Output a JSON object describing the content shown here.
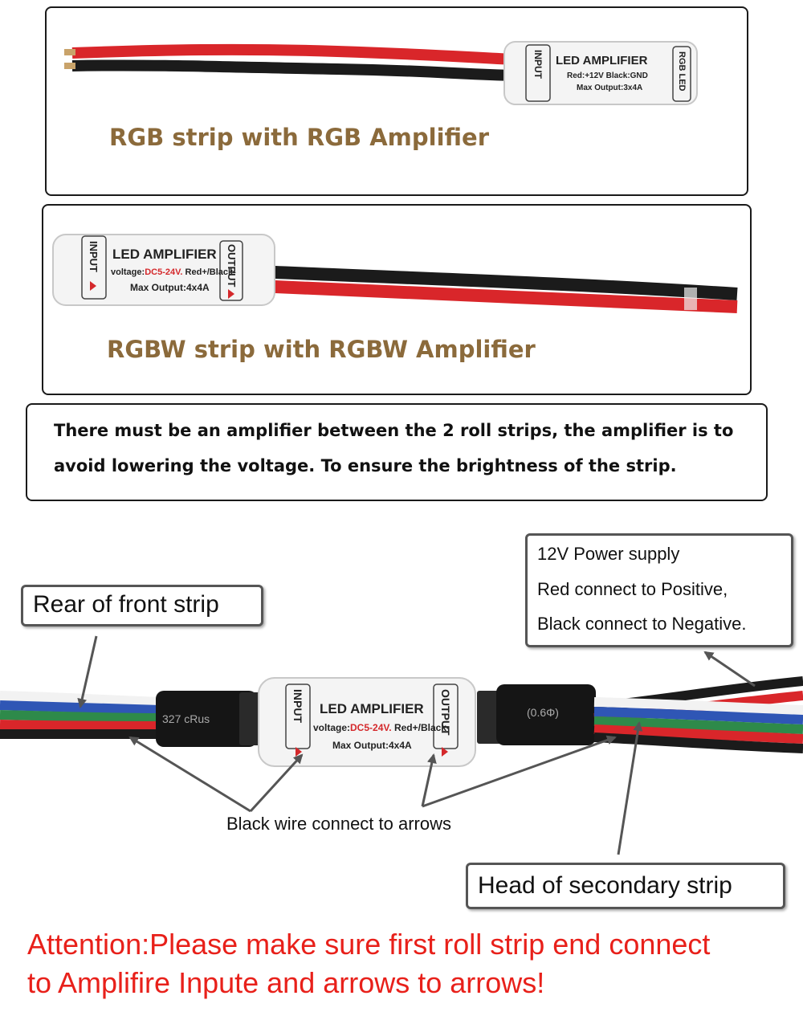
{
  "panel1": {
    "caption": "RGB strip with RGB Amplifier",
    "amplifier": {
      "title": "LED AMPLIFIER",
      "line1": "Red:+12V Black:GND",
      "line2": "Max Output:3x4A",
      "input_label": "INPUT",
      "output_label": "RGB LED"
    }
  },
  "panel2": {
    "caption": "RGBW strip with RGBW Amplifier",
    "amplifier": {
      "title": "LED AMPLIFIER",
      "voltage_prefix": "voltage:",
      "voltage_value": "DC5-24V.",
      "voltage_suffix": " Red+/Black-",
      "line2": "Max Output:4x4A",
      "input_label": "INPUT",
      "output_label": "OUTPUT"
    }
  },
  "note": {
    "line1": "There must be an amplifier between the 2 roll strips, the amplifier is to",
    "line2": "avoid lowering the voltage. To ensure the brightness of the strip."
  },
  "diagram": {
    "rear_label": "Rear of front strip",
    "power_line1": "12V Power supply",
    "power_line2": "Red connect to Positive,",
    "power_line3": "Black connect to Negative.",
    "black_wire_label": "Black wire connect to arrows",
    "head_label": "Head of secondary strip",
    "connector_left_text": "327  cRus",
    "connector_right_text": "(0.6Φ)",
    "amplifier": {
      "title": "LED AMPLIFIER",
      "voltage_prefix": "voltage:",
      "voltage_value": "DC5-24V.",
      "voltage_suffix": " Red+/Black-",
      "line2": "Max Output:4x4A",
      "input_label": "INPUT",
      "output_label": "OUTPUT"
    }
  },
  "attention": {
    "line1": "Attention:Please make sure first roll strip end connect",
    "line2": "to Amplifire Inpute and arrows to arrows!"
  },
  "colors": {
    "caption": "#8b6a3b",
    "attention": "#e8201a",
    "wire_red": "#d9262a",
    "wire_black": "#1b1b1b",
    "wire_green": "#2e8a4a",
    "wire_blue": "#2f56b5"
  }
}
